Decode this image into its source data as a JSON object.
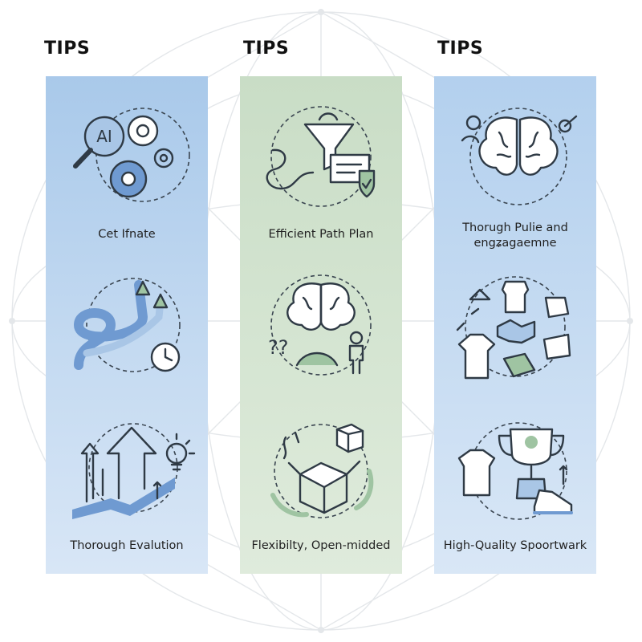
{
  "headings": [
    "TIPS",
    "TIPS",
    "TIPS"
  ],
  "columns": [
    {
      "tiles": [
        {
          "label": "Cet Ifnate",
          "icon": "ai-magnifier-gears-icon",
          "badge": "AI"
        },
        {
          "label": "",
          "icon": "winding-path-clock-icon"
        },
        {
          "label": "Thorough Evalution",
          "icon": "growth-arrows-lightbulb-icon"
        }
      ]
    },
    {
      "tiles": [
        {
          "label": "Efficient Path Plan",
          "icon": "funnel-document-shield-icon"
        },
        {
          "label": "",
          "icon": "brain-person-question-icon",
          "badge": "??"
        },
        {
          "label": "Flexibilty, Open-midded",
          "icon": "open-box-cycle-icon"
        }
      ]
    },
    {
      "tiles": [
        {
          "label": "Thorugh Pulie and engʑagaemne",
          "icon": "brain-target-icon"
        },
        {
          "label": "",
          "icon": "clothing-handshake-icon"
        },
        {
          "label": "High-Quality Spoortwark",
          "icon": "trophy-shirt-shoe-icon"
        }
      ]
    }
  ],
  "colors": {
    "blue_column": "#a9c9ea",
    "green_column": "#c9ddc6",
    "accent_blue": "#6f9ad1",
    "accent_green": "#9fc4a2",
    "ink": "#2f3a45"
  }
}
